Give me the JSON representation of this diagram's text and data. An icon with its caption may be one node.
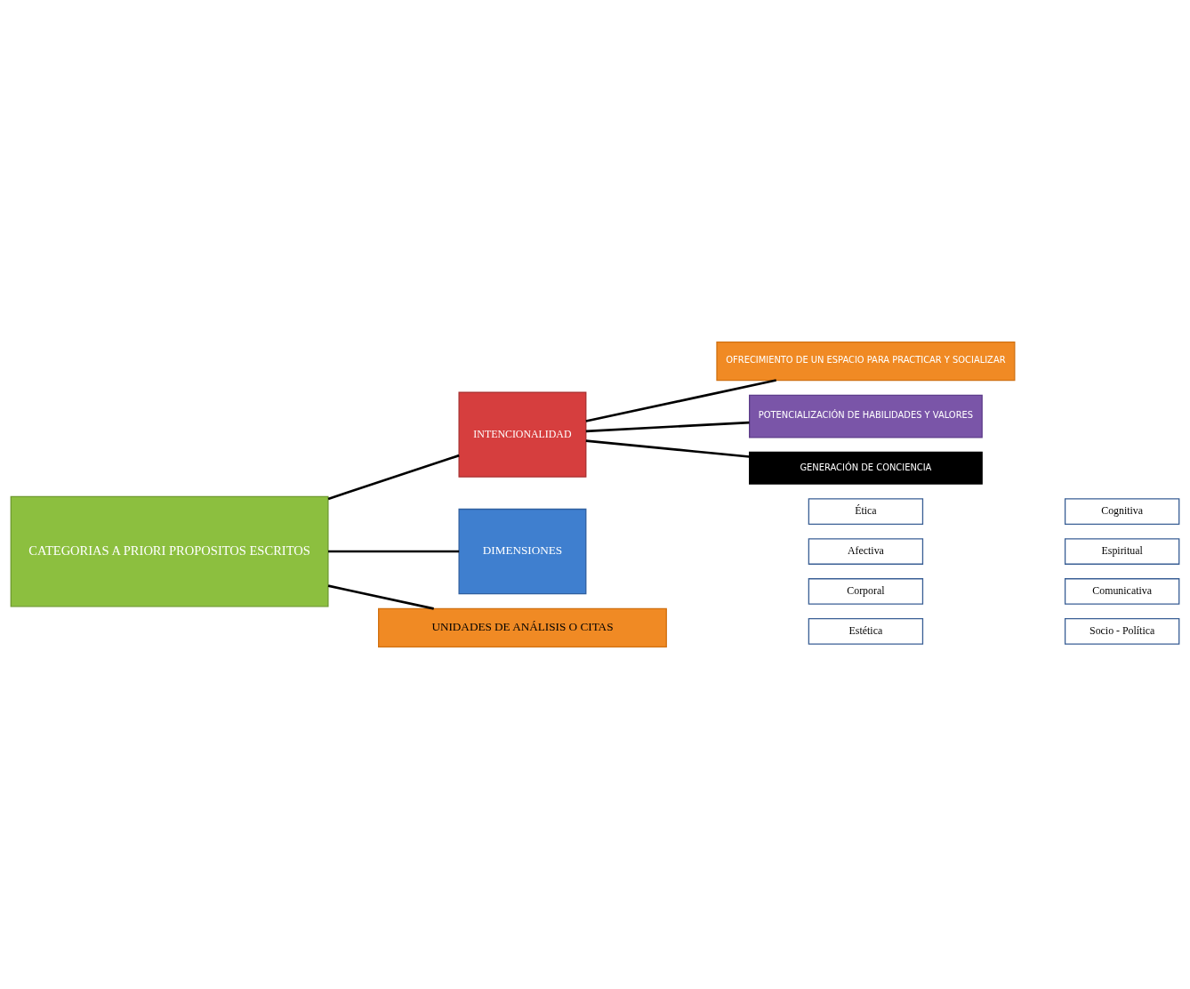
{
  "diagram": {
    "nodes": [
      {
        "text": [
          "CATEGORIAS A PRIORI PROPOSITOS ESCRITOS"
        ]
      },
      {
        "text": [
          "INTENCIONALIDAD"
        ]
      },
      {
        "text": [
          "OFRECIMIENTO DE UN ESPACIO PARA PRACTICAR Y SOCIALIZAR"
        ]
      },
      {
        "text": [
          "POTENCIALIZACIÓN DE HABILIDADES Y VALORES"
        ]
      },
      {
        "text": [
          "GENERACIÓN DE CONCIENCIA"
        ]
      },
      {
        "text": [
          "DIMENSIONES"
        ]
      },
      {
        "text": [
          "Ética"
        ]
      },
      {
        "text": [
          "Cognitiva"
        ]
      },
      {
        "text": [
          "Afectiva"
        ]
      },
      {
        "text": [
          "Espiritual"
        ]
      },
      {
        "text": [
          "Corporal"
        ]
      },
      {
        "text": [
          "Comunicativa"
        ]
      },
      {
        "text": [
          "Estética"
        ]
      },
      {
        "text": [
          "Socio - Política"
        ]
      },
      {
        "text": [
          "UNIDADES DE ANÁLISIS O CITAS"
        ]
      }
    ],
    "edges": [
      {
        "from": 0,
        "to": 1,
        "arrow": "none"
      },
      {
        "from": 1,
        "to": 2,
        "arrow": "none"
      },
      {
        "from": 1,
        "to": 3,
        "arrow": "none"
      },
      {
        "from": 1,
        "to": 4,
        "arrow": "none"
      },
      {
        "from": 0,
        "to": 5,
        "arrow": "none"
      },
      {
        "from": 0,
        "to": 14,
        "arrow": "none"
      }
    ]
  }
}
